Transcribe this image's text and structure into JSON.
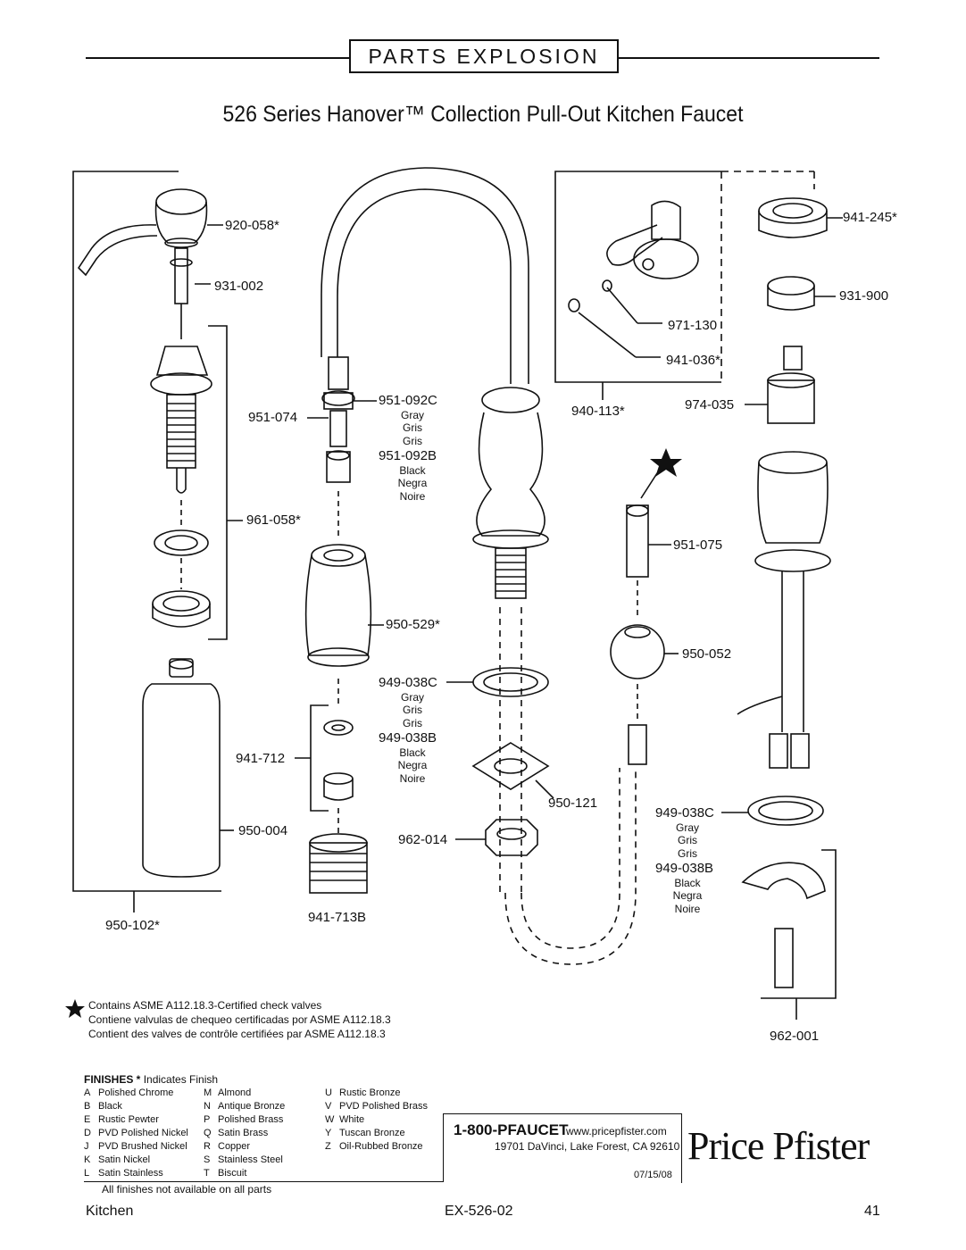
{
  "header": {
    "section": "PARTS EXPLOSION"
  },
  "title": "526 Series Hanover™ Collection Pull-Out Kitchen Faucet",
  "parts": {
    "p920_058": "920-058*",
    "p931_002": "931-002",
    "p961_058": "961-058*",
    "p950_004": "950-004",
    "p950_102": "950-102*",
    "p951_074": "951-074",
    "p951_092c": "951-092C",
    "p951_092b": "951-092B",
    "p950_529": "950-529*",
    "p941_712": "941-712",
    "p941_713b": "941-713B",
    "p949_038c_a": "949-038C",
    "p949_038b_a": "949-038B",
    "p950_121": "950-121",
    "p962_014": "962-014",
    "p971_130": "971-130",
    "p941_036": "941-036*",
    "p940_113": "940-113*",
    "p951_075": "951-075",
    "p950_052": "950-052",
    "p941_245": "941-245*",
    "p931_900": "931-900",
    "p974_035": "974-035",
    "p949_038c_b": "949-038C",
    "p949_038b_b": "949-038B",
    "p962_001": "962-001"
  },
  "colors": {
    "gray_en": "Gray",
    "gray_es": "Gris",
    "gray_fr": "Gris",
    "black_en": "Black",
    "black_es": "Negra",
    "black_fr": "Noire"
  },
  "note": {
    "line1": "Contains ASME A112.18.3-Certified check valves",
    "line2": "Contiene valvulas de chequeo certificadas por ASME A112.18.3",
    "line3": "Contient des valves de contrôle certifiées par ASME A112.18.3"
  },
  "finishes": {
    "heading": "FINISHES",
    "heading_note": "Indicates Finish",
    "col1": [
      {
        "k": "A",
        "v": "Polished Chrome"
      },
      {
        "k": "B",
        "v": "Black"
      },
      {
        "k": "E",
        "v": "Rustic Pewter"
      },
      {
        "k": "D",
        "v": "PVD Polished Nickel"
      },
      {
        "k": "J",
        "v": "PVD Brushed Nickel"
      },
      {
        "k": "K",
        "v": "Satin Nickel"
      },
      {
        "k": "L",
        "v": "Satin Stainless"
      }
    ],
    "col2": [
      {
        "k": "M",
        "v": "Almond"
      },
      {
        "k": "N",
        "v": "Antique Bronze"
      },
      {
        "k": "P",
        "v": "Polished Brass"
      },
      {
        "k": "Q",
        "v": "Satin Brass"
      },
      {
        "k": "R",
        "v": "Copper"
      },
      {
        "k": "S",
        "v": "Stainless Steel"
      },
      {
        "k": "T",
        "v": "Biscuit"
      }
    ],
    "col3": [
      {
        "k": "U",
        "v": "Rustic Bronze"
      },
      {
        "k": "V",
        "v": "PVD Polished Brass"
      },
      {
        "k": "W",
        "v": "White"
      },
      {
        "k": "Y",
        "v": "Tuscan Bronze"
      },
      {
        "k": "Z",
        "v": "Oil-Rubbed Bronze"
      }
    ],
    "availability": "All finishes not available on all parts"
  },
  "contact": {
    "phone": "1-800-PFAUCET",
    "web": "www.pricepfister.com",
    "address": "19701 DaVinci, Lake Forest, CA  92610",
    "date": "07/15/08"
  },
  "brand": "Price Pfister",
  "footer": {
    "left": "Kitchen",
    "center": "EX-526-02",
    "right": "41"
  }
}
